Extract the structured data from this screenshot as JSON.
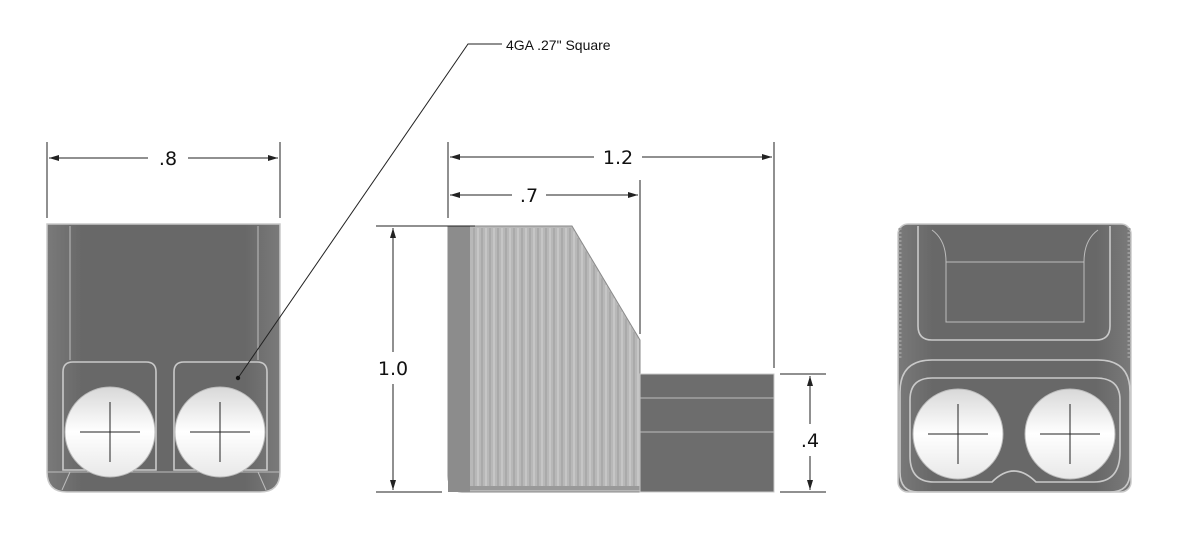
{
  "callout": {
    "label": "4GA .27\" Square"
  },
  "dimensions": {
    "front_width": ".8",
    "side_overall": "1.2",
    "side_upper": ".7",
    "side_height": "1.0",
    "side_step": ".4"
  },
  "colors": {
    "body": "#6b6b6b",
    "body_dark": "#5a5a5a",
    "edge": "#c9c9c9",
    "fins": "#b5b5b5",
    "hole": "#f4f4f4",
    "line": "#222222"
  }
}
